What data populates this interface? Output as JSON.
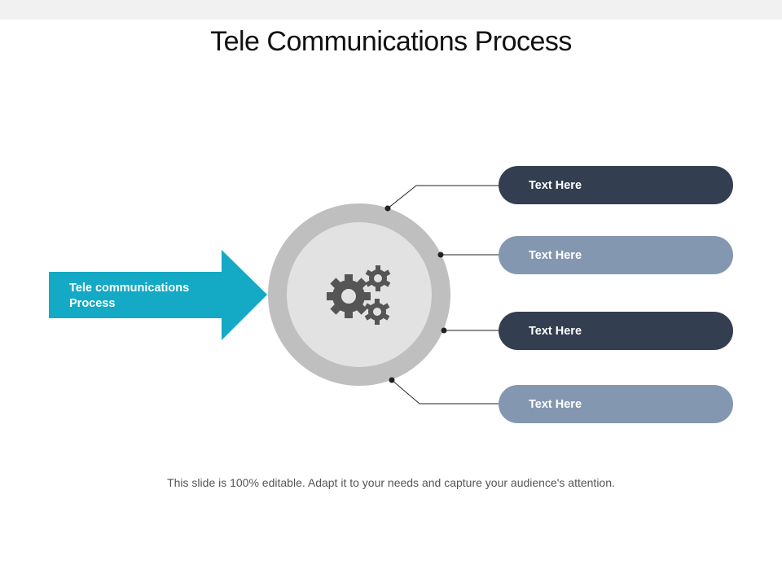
{
  "slide": {
    "title": "Tele Communications Process",
    "arrow_label": "Tele communications Process",
    "center_icon": "gears-icon",
    "items": [
      {
        "label": "Text Here",
        "style": "dark"
      },
      {
        "label": "Text Here",
        "style": "light"
      },
      {
        "label": "Text Here",
        "style": "dark"
      },
      {
        "label": "Text Here",
        "style": "light"
      }
    ],
    "footer": "This slide is 100% editable. Adapt it to your needs and capture your audience's attention."
  },
  "colors": {
    "arrow": "#14a9c4",
    "outer_ring": "#bfbfbf",
    "inner_circle": "#e2e2e2",
    "gears": "#555555",
    "pill_dark": "#333f50",
    "pill_light": "#8497b0",
    "connector": "#222222"
  }
}
